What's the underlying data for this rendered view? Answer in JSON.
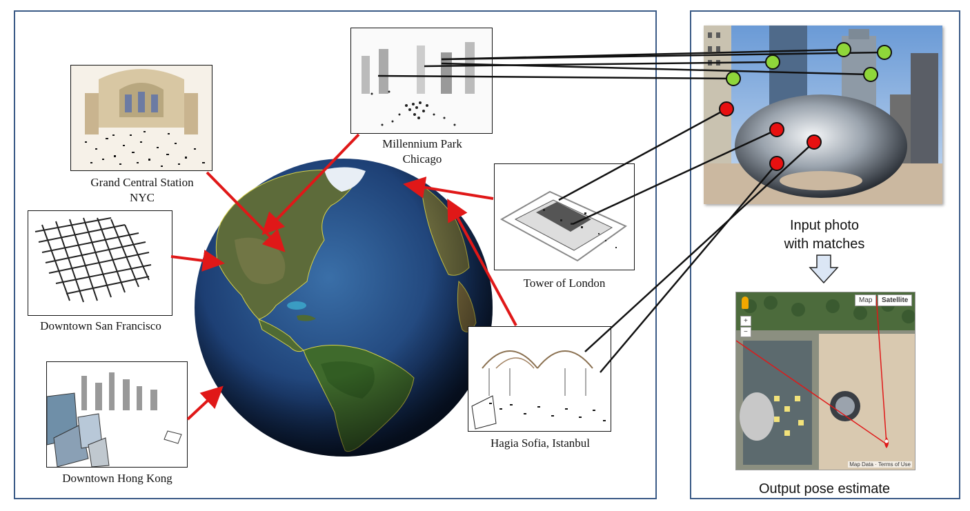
{
  "captions": {
    "grand_central": "Grand Central Station\nNYC",
    "millennium": "Millennium Park\nChicago",
    "tower_london": "Tower of London",
    "san_francisco": "Downtown San Francisco",
    "hong_kong": "Downtown Hong Kong",
    "hagia_sofia": "Hagia Sofia, Istanbul",
    "input_photo": "Input photo\nwith matches",
    "output_pose": "Output pose estimate"
  },
  "map": {
    "btn_map": "Map",
    "btn_satellite": "Satellite",
    "zoom_in": "+",
    "zoom_out": "−",
    "footer": "Map Data · Terms of Use"
  },
  "colors": {
    "panel_border": "#3a5a86",
    "arrow_red": "#e01818",
    "match_green": "#8fd63a",
    "match_red": "#e81010",
    "down_arrow": "#dbe6f5"
  }
}
